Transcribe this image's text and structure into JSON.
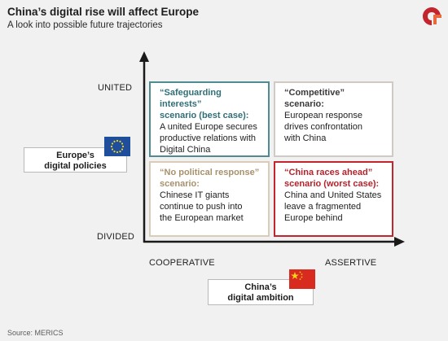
{
  "header": {
    "title": "China’s digital rise will affect Europe",
    "subtitle": "A look into possible future trajectories"
  },
  "axes": {
    "y_top": "UNITED",
    "y_bottom": "DIVIDED",
    "x_left": "COOPERATIVE",
    "x_right": "ASSERTIVE"
  },
  "quadrants": [
    {
      "head": [
        "“Safeguarding interests”",
        "scenario (best case):"
      ],
      "body": [
        "A united Europe secures",
        "productive relations with",
        "Digital China"
      ]
    },
    {
      "head": [
        "“Competitive”",
        "scenario:"
      ],
      "body": [
        "European response",
        "drives confrontation",
        "with China"
      ]
    },
    {
      "head": [
        "“No political response”",
        "scenario:"
      ],
      "body": [
        "Chinese IT giants",
        "continue to push into",
        "the European market"
      ]
    },
    {
      "head": [
        "“China races ahead”",
        "scenario (worst case):"
      ],
      "body": [
        "China and United States",
        "leave a fragmented",
        "Europe behind"
      ]
    }
  ],
  "labels": {
    "europe": [
      "Europe’s",
      "digital policies"
    ],
    "china": [
      "China’s",
      "digital ambition"
    ]
  },
  "icons": {
    "logo": "merics-logo-icon",
    "eu_flag": "eu-flag-icon",
    "china_flag": "china-flag-icon"
  },
  "colors": {
    "teal": "#2f6f78",
    "tan": "#a8916b",
    "red": "#b8222a",
    "grey": "#3a3a3a"
  },
  "footer": {
    "source": "Source: MERICS"
  }
}
